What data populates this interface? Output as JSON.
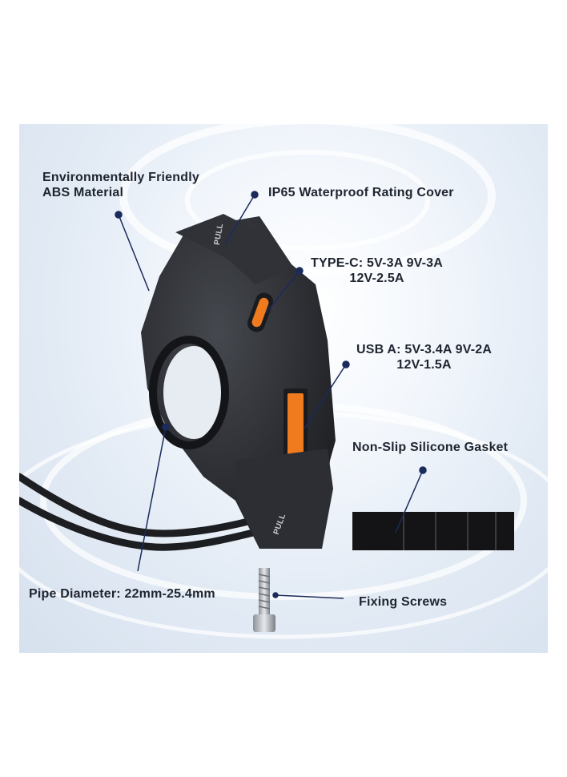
{
  "callouts": {
    "abs": {
      "line1": "Environmentally Friendly",
      "line2": "ABS Material"
    },
    "ip65": {
      "line1": "IP65 Waterproof Rating Cover"
    },
    "typec": {
      "line1": "TYPE-C: 5V-3A 9V-3A",
      "line2": "12V-2.5A"
    },
    "usba": {
      "line1": "USB A: 5V-3.4A 9V-2A",
      "line2": "12V-1.5A"
    },
    "gasket": {
      "line1": "Non-Slip Silicone Gasket"
    },
    "pipe": {
      "line1": "Pipe Diameter: 22mm-25.4mm"
    },
    "screws": {
      "line1": "Fixing Screws"
    }
  },
  "product_markings": {
    "cover_top": "PULL",
    "cover_bottom": "PULL"
  },
  "colors": {
    "label_text": "#1f2530",
    "marker": "#1a2b5c",
    "housing": "#2a2c30",
    "port_orange": "#f07a1e"
  }
}
